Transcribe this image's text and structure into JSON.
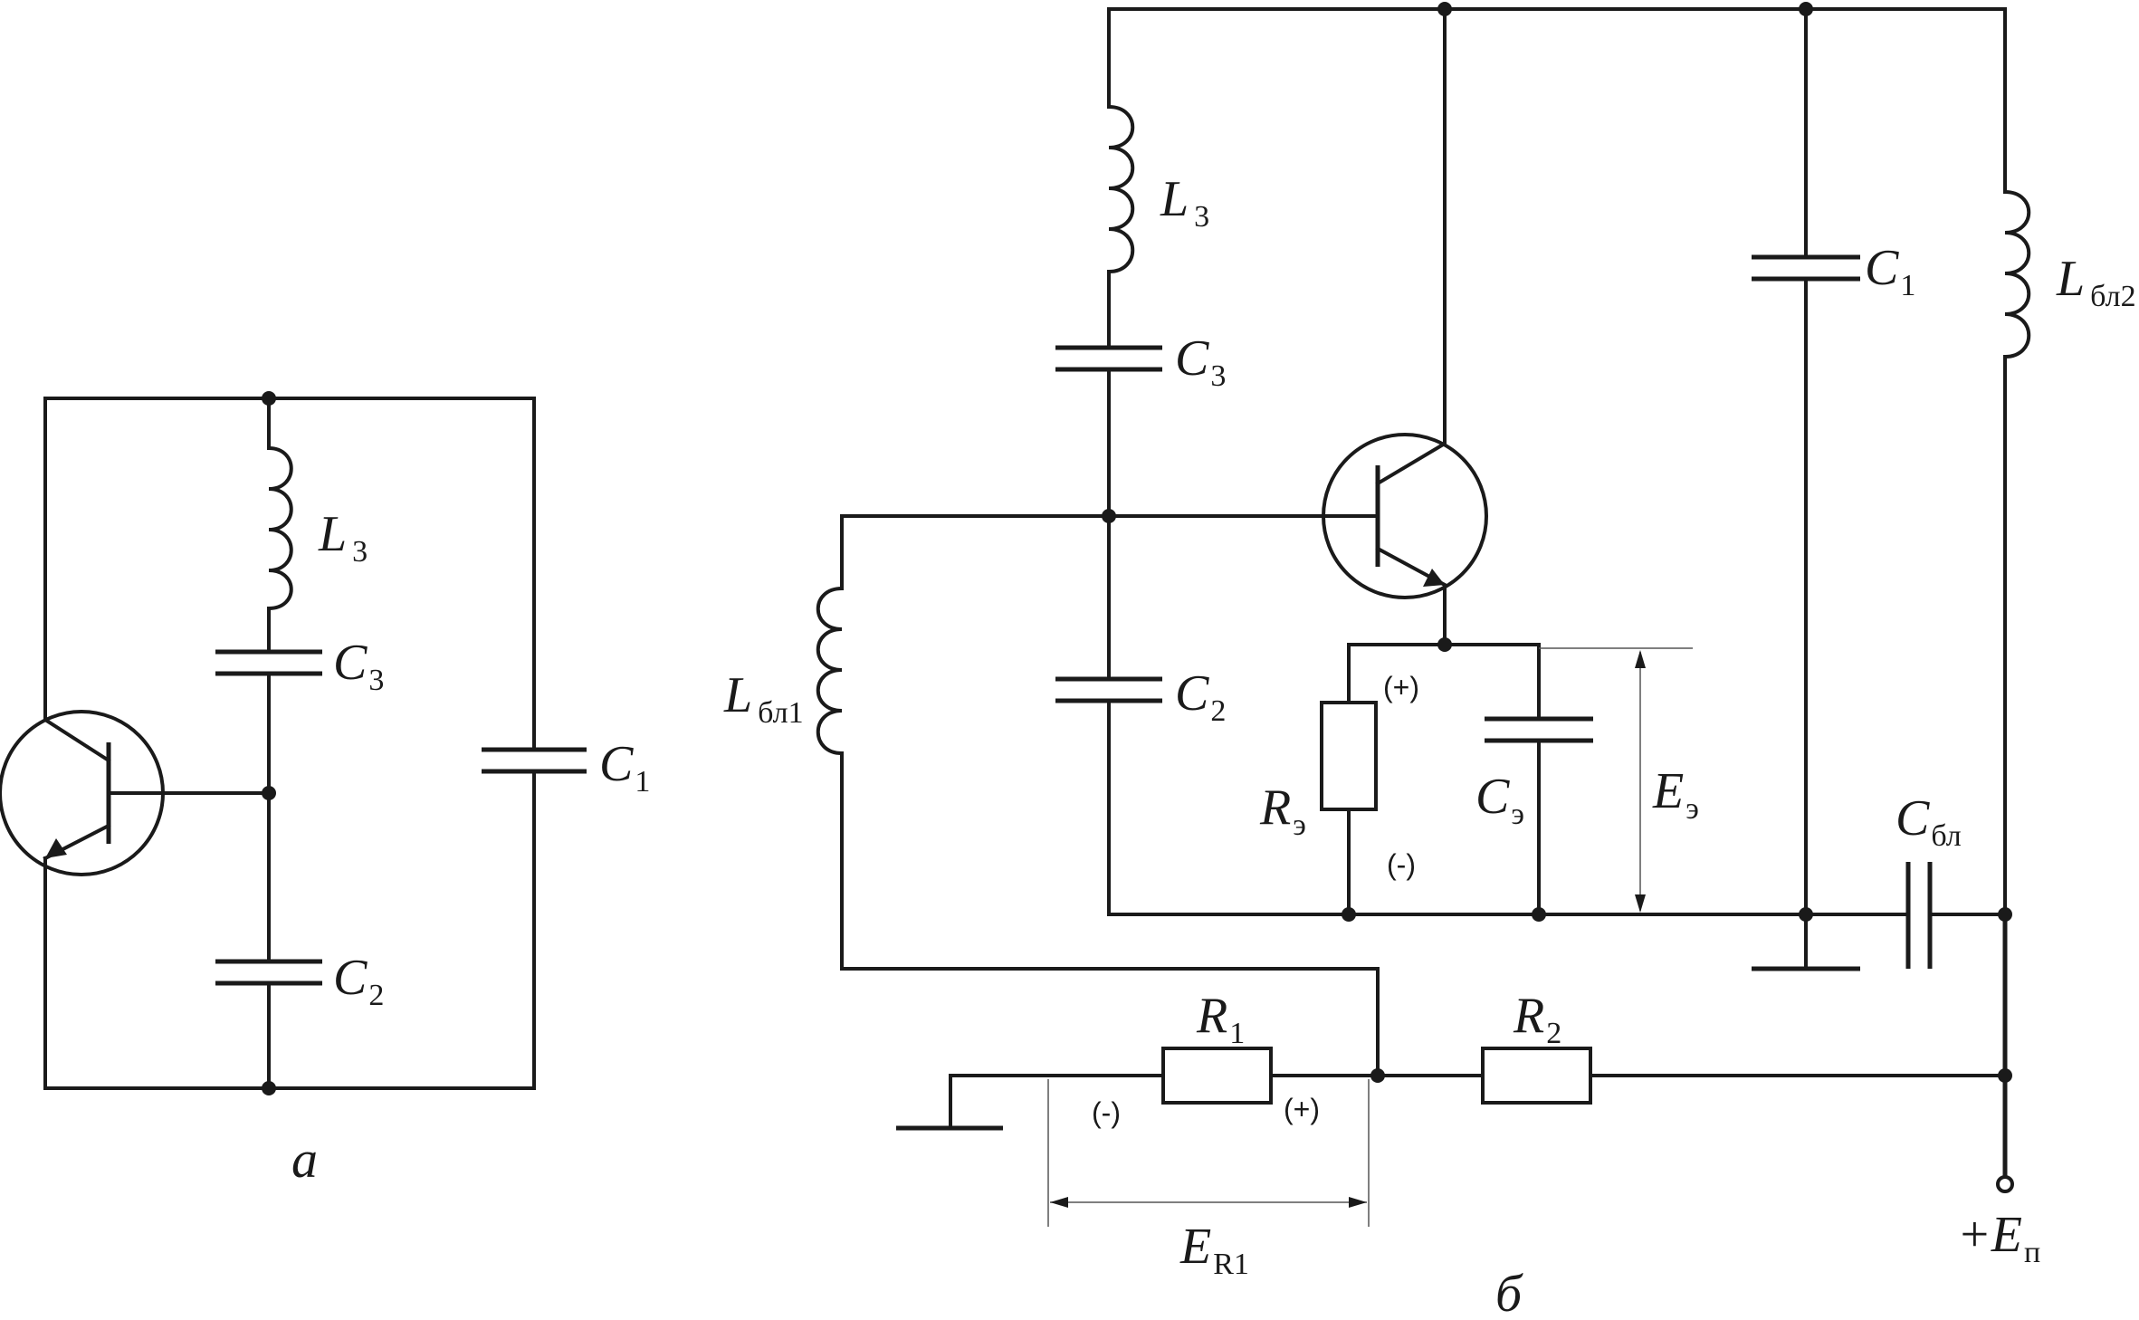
{
  "diagram_a": {
    "caption": "а",
    "labels": {
      "L3": {
        "main": "L",
        "sub": "3"
      },
      "C3": {
        "main": "C",
        "sub": "3"
      },
      "C2": {
        "main": "C",
        "sub": "2"
      },
      "C1": {
        "main": "C",
        "sub": "1"
      }
    }
  },
  "diagram_b": {
    "caption": "б",
    "labels": {
      "L3": {
        "main": "L",
        "sub": "3"
      },
      "C3": {
        "main": "C",
        "sub": "3"
      },
      "C2": {
        "main": "C",
        "sub": "2"
      },
      "C1": {
        "main": "C",
        "sub": "1"
      },
      "Lbl2": {
        "main": "L",
        "sub": "бл2"
      },
      "Lbl1": {
        "main": "L",
        "sub": "бл1"
      },
      "Re": {
        "main": "R",
        "sub": "э"
      },
      "Ce": {
        "main": "C",
        "sub": "э"
      },
      "Ee": {
        "main": "E",
        "sub": "э"
      },
      "Cbl": {
        "main": "C",
        "sub": "бл"
      },
      "R1": {
        "main": "R",
        "sub": "1"
      },
      "R2": {
        "main": "R",
        "sub": "2"
      },
      "ER1": {
        "main": "E",
        "sub": "R1"
      },
      "Ep": {
        "prefix": "+",
        "main": "E",
        "sub": "п"
      }
    },
    "polarity": {
      "re_plus": "(+)",
      "re_minus": "(-)",
      "r1_minus": "(-)",
      "r1_plus": "(+)"
    }
  }
}
